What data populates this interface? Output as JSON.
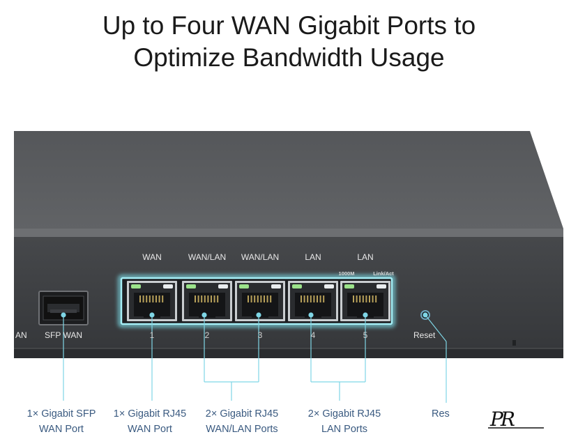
{
  "headline": {
    "line1": "Up to Four WAN Gigabit Ports to",
    "line2": "Optimize Bandwidth Usage"
  },
  "panel": {
    "port_labels": [
      "WAN",
      "WAN/LAN",
      "WAN/LAN",
      "LAN",
      "LAN"
    ],
    "led_labels": [
      "1000M",
      "Link/Act"
    ],
    "port_numbers": [
      "1",
      "2",
      "3",
      "4",
      "5"
    ],
    "edge_label": "AN",
    "sfp_label": "SFP WAN",
    "reset_label": "Reset"
  },
  "callouts": [
    {
      "line1": "1× Gigabit SFP",
      "line2": "WAN Port"
    },
    {
      "line1": "1× Gigabit RJ45",
      "line2": "WAN Port"
    },
    {
      "line1": "2× Gigabit RJ45",
      "line2": "WAN/LAN Ports"
    },
    {
      "line1": "2× Gigabit RJ45",
      "line2": "LAN Ports"
    },
    {
      "line1": "Res"
    }
  ],
  "logo": {
    "text": "PR"
  },
  "colors": {
    "chassis_top": "#5b5d60",
    "chassis_front": "#3d3f42",
    "port_glow": "#7fe3ef",
    "callout_line": "#7fd6e6",
    "callout_text": "#3a5a80",
    "led_green": "#9be28a"
  }
}
